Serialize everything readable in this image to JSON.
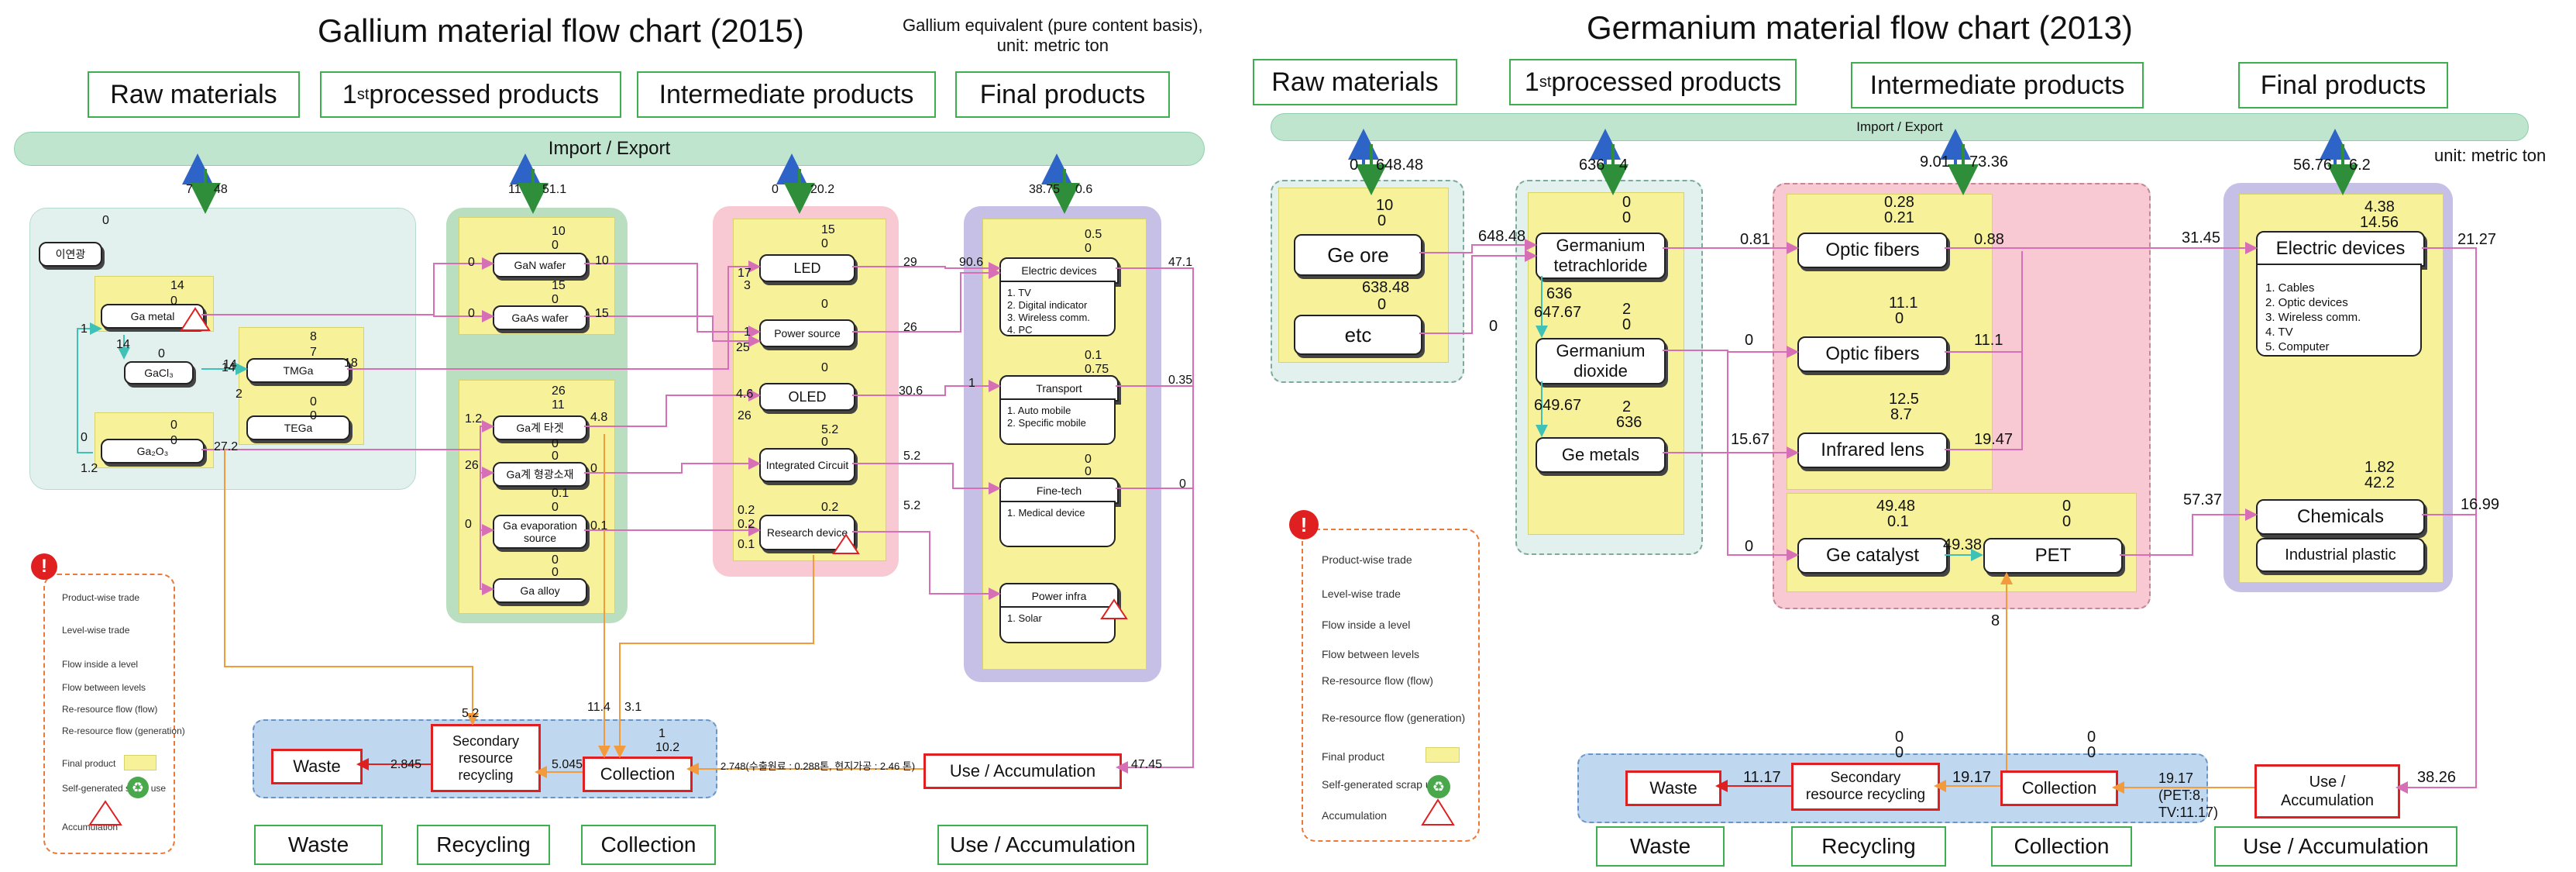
{
  "gallium": {
    "title": "Gallium material flow chart (2015)",
    "note_line1": "Gallium equivalent (pure content basis),",
    "note_line2": "unit: metric ton",
    "categories": {
      "raw": "Raw materials",
      "first_main": "1",
      "first_sup": "st",
      "first_rest": " processed products",
      "intermediate": "Intermediate products",
      "final": "Final products"
    },
    "import_export": "Import / Export",
    "trade_values": {
      "raw_in": "7",
      "raw_out": "48",
      "first_in": "11",
      "first_out": "51.1",
      "inter_in": "0",
      "inter_out": "20.2",
      "final_in": "38.75",
      "final_out": "0.6"
    },
    "raw_nodes": [
      "이연광",
      "Ga metal",
      "GaCl₃",
      "Ga₂O₃"
    ],
    "raw_values": [
      "0",
      "14",
      "0",
      "14",
      "0",
      "0",
      "0",
      "1",
      "14",
      "0",
      "1.2",
      "27.2"
    ],
    "first_nodes": [
      "TMGa",
      "TEGa"
    ],
    "first_values": [
      "8",
      "7",
      "18",
      "14",
      "2",
      "0",
      "0"
    ],
    "wafer_nodes": [
      "GaN wafer",
      "GaAs wafer"
    ],
    "wafer_values": [
      "10",
      "0",
      "0",
      "10",
      "15",
      "0",
      "0",
      "15"
    ],
    "target_nodes": [
      "Ga계 타겟",
      "Ga계 형광소재",
      "Ga evaporation source",
      "Ga alloy"
    ],
    "target_values": [
      "26",
      "11",
      "1.2",
      "4.8",
      "0",
      "0",
      "26",
      "0",
      "0.1",
      "0",
      "0",
      "0.1",
      "0",
      "0"
    ],
    "inter_nodes": [
      "LED",
      "Power source",
      "OLED",
      "Integrated Circuit",
      "Research device"
    ],
    "inter_values": [
      "15",
      "0",
      "17",
      "3",
      "1",
      "0",
      "25",
      "0",
      "4.6",
      "26",
      "5.2",
      "0",
      "0.2",
      "0.2",
      "0.1",
      "0.2",
      "29",
      "26",
      "30.6",
      "5.2"
    ],
    "final_nodes": [
      "Electric devices",
      "Transport",
      "Fine-tech",
      "Power infra"
    ],
    "final_lists": [
      [
        "1.  TV",
        "2.  Digital indicator",
        "3.  Wireless comm.",
        "4.  PC"
      ],
      [
        "1.  Auto mobile",
        "2.  Specific mobile"
      ],
      [
        "1.  Medical device"
      ],
      [
        "1.  Solar"
      ]
    ],
    "final_values": [
      "0.5",
      "0",
      "90.6",
      "47.1",
      "0.1",
      "0.75",
      "1",
      "0.35",
      "0",
      "0",
      "0",
      "5.2"
    ],
    "bottom": {
      "waste": "Waste",
      "recycling_line1": "Secondary",
      "recycling_line2": "resource",
      "recycling_line3": "recycling",
      "collection": "Collection",
      "use": "Use / Accumulation",
      "v_waste": "2.845",
      "v_collect": "5.045",
      "v_use_note": "2.748(수출원료 : 0.288톤, 현지가공 : 2.46 톤)",
      "v_use": "47.45",
      "v_a": "5.2",
      "v_b": "11.4",
      "v_c": "3.1",
      "v_d": "1",
      "v_e": "10.2"
    },
    "bottom_labels": [
      "Waste",
      "Recycling",
      "Collection",
      "Use / Accumulation"
    ],
    "legend": [
      "Product-wise trade",
      "Level-wise trade",
      "Flow inside a level",
      "Flow between levels",
      "Re-resource flow (flow)",
      "Re-resource flow (generation)",
      "Final product",
      "Self-generated scrap use",
      "Accumulation"
    ]
  },
  "germanium": {
    "title": "Germanium material flow chart (2013)",
    "unit": "unit: metric ton",
    "categories": {
      "raw": "Raw materials",
      "first_main": "1",
      "first_sup": "st",
      "first_rest": " processed products",
      "intermediate": "Intermediate products",
      "final": "Final products"
    },
    "import_export": "Import / Export",
    "trade_values": {
      "raw_in": "0",
      "raw_out": "648.48",
      "first_in": "636",
      "first_out": "4",
      "inter_in": "9.01",
      "inter_out": "73.36",
      "final_in": "56.76",
      "final_out": "6.2"
    },
    "raw_nodes": [
      "Ge ore",
      "etc"
    ],
    "raw_values": [
      "10",
      "0",
      "638.48",
      "0"
    ],
    "first_nodes": [
      "Germanium tetrachloride",
      "Germanium dioxide",
      "Ge metals"
    ],
    "first_values": [
      "0",
      "0",
      "648.48",
      "0",
      "636",
      "2",
      "0",
      "647.67",
      "2",
      "636",
      "649.67"
    ],
    "inter_nodes": [
      "Optic fibers",
      "Optic fibers",
      "Infrared lens",
      "Ge catalyst",
      "PET"
    ],
    "inter_values": [
      "0.28",
      "0.21",
      "0.81",
      "0.88",
      "11.1",
      "0",
      "0",
      "11.1",
      "12.5",
      "8.7",
      "15.67",
      "19.47",
      "49.48",
      "0.1",
      "0",
      "49.38",
      "0",
      "0"
    ],
    "final_nodes": [
      "Electric devices",
      "Chemicals",
      "Industrial plastic"
    ],
    "final_list": [
      "1. Cables",
      "2. Optic devices",
      "3. Wireless comm.",
      "4. TV",
      "5. Computer"
    ],
    "final_values": [
      "4.38",
      "14.56",
      "31.45",
      "21.27",
      "1.82",
      "42.2",
      "57.37",
      "16.99"
    ],
    "bottom": {
      "waste": "Waste",
      "recycling_line1": "Secondary",
      "recycling_line2": "resource recycling",
      "collection": "Collection",
      "use_line1": "Use /",
      "use_line2": "Accumulation",
      "v_waste": "11.17",
      "v_collect": "19.17",
      "v_pet": "8",
      "v_use": "38.26",
      "v_note1": "19.17",
      "v_note2": "(PET:8,",
      "v_note3": "TV:11.17)",
      "v_r0a": "0",
      "v_r0b": "0",
      "v_c0a": "0",
      "v_c0b": "0"
    },
    "bottom_labels": [
      "Waste",
      "Recycling",
      "Collection",
      "Use / Accumulation"
    ],
    "legend": [
      "Product-wise trade",
      "Level-wise trade",
      "Flow inside a level",
      "Flow between levels",
      "Re-resource flow (flow)",
      "Re-resource flow (generation)",
      "Final product",
      "Self-generated scrap use",
      "Accumulation"
    ]
  },
  "colors": {
    "green_box": "#3fae4e",
    "import_bar": "#bfe5cf",
    "panel_raw": "#e3f1ee",
    "panel_first": "#b9dfc0",
    "panel_inter": "#f8c9d2",
    "panel_final": "#c6c0e6",
    "panel_bottom": "#bfd8f0",
    "yellow": "#f7f29a",
    "red": "#e02020",
    "flow_pink": "#d76fb6",
    "flow_orange": "#f39a3d",
    "flow_teal": "#3fc1b5"
  }
}
